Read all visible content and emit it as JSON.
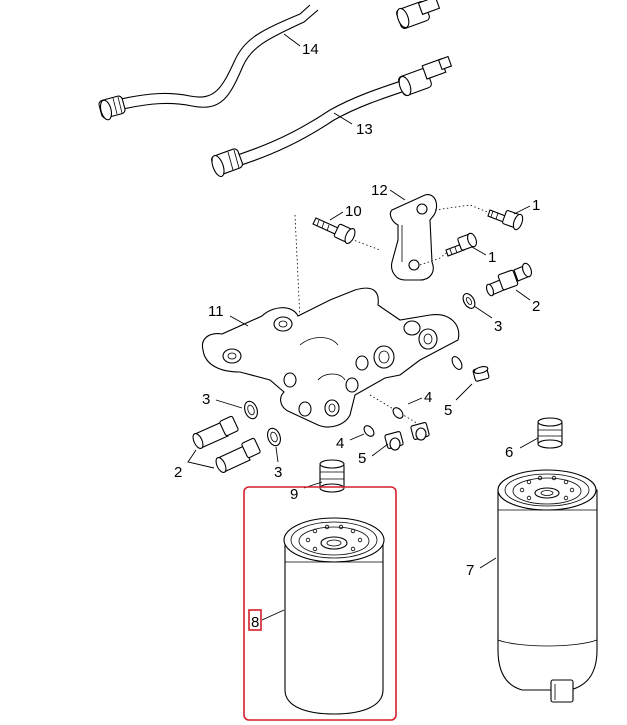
{
  "callouts": {
    "c14": "14",
    "c13": "13",
    "c12": "12",
    "c10": "10",
    "c1a": "1",
    "c1b": "1",
    "c2a": "2",
    "c3a": "3",
    "c11": "11",
    "c4a": "4",
    "c5a": "5",
    "c3b": "3",
    "c4b": "4",
    "c5b": "5",
    "c2b": "2",
    "c3c": "3",
    "c6": "6",
    "c9": "9",
    "c7": "7",
    "c8": "8"
  },
  "highlight": {
    "color": "#d4202a",
    "selected_part": "8"
  }
}
